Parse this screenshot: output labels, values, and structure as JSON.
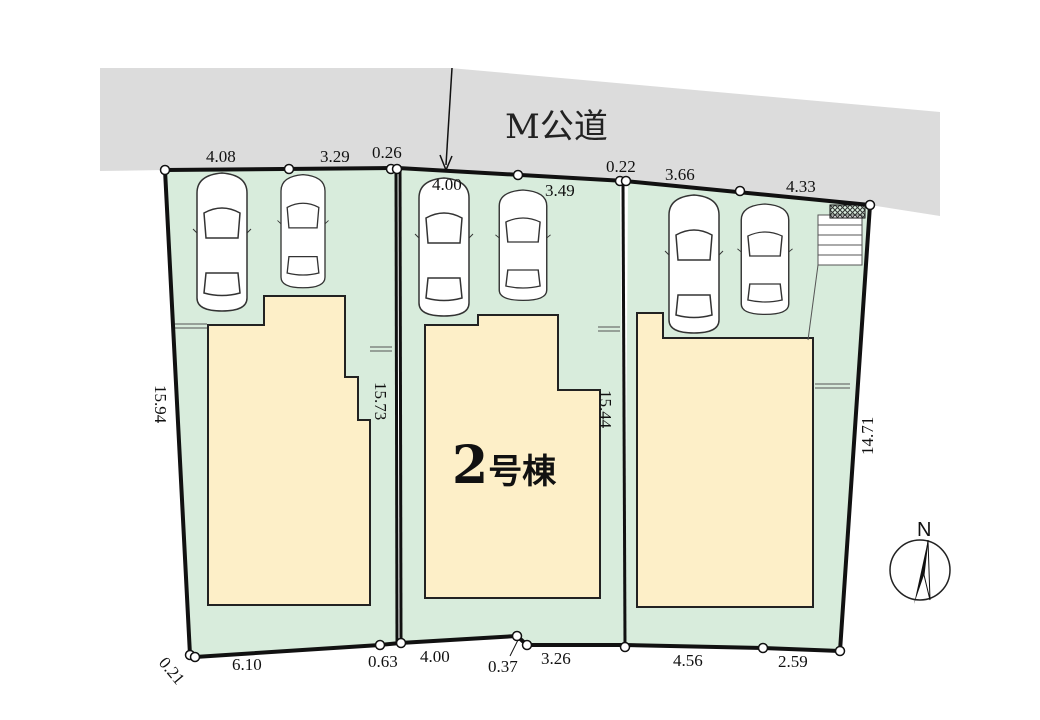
{
  "road": {
    "label": "M公道",
    "color": "#dcdcdc"
  },
  "building": {
    "number": "2",
    "suffix": "号棟"
  },
  "compass": {
    "label": "N"
  },
  "dimensions": {
    "top": [
      "4.08",
      "3.29",
      "0.26",
      "4.00",
      "3.49",
      "0.22",
      "3.66",
      "4.33"
    ],
    "bottom": [
      "0.21",
      "6.10",
      "0.63",
      "4.00",
      "0.37",
      "3.26",
      "4.56",
      "2.59"
    ],
    "sides": [
      "15.94",
      "15.73",
      "15.44",
      "14.71"
    ]
  },
  "colors": {
    "lot": "#d8ecdc",
    "building": "#fdefc8",
    "road": "#dcdcdc"
  }
}
